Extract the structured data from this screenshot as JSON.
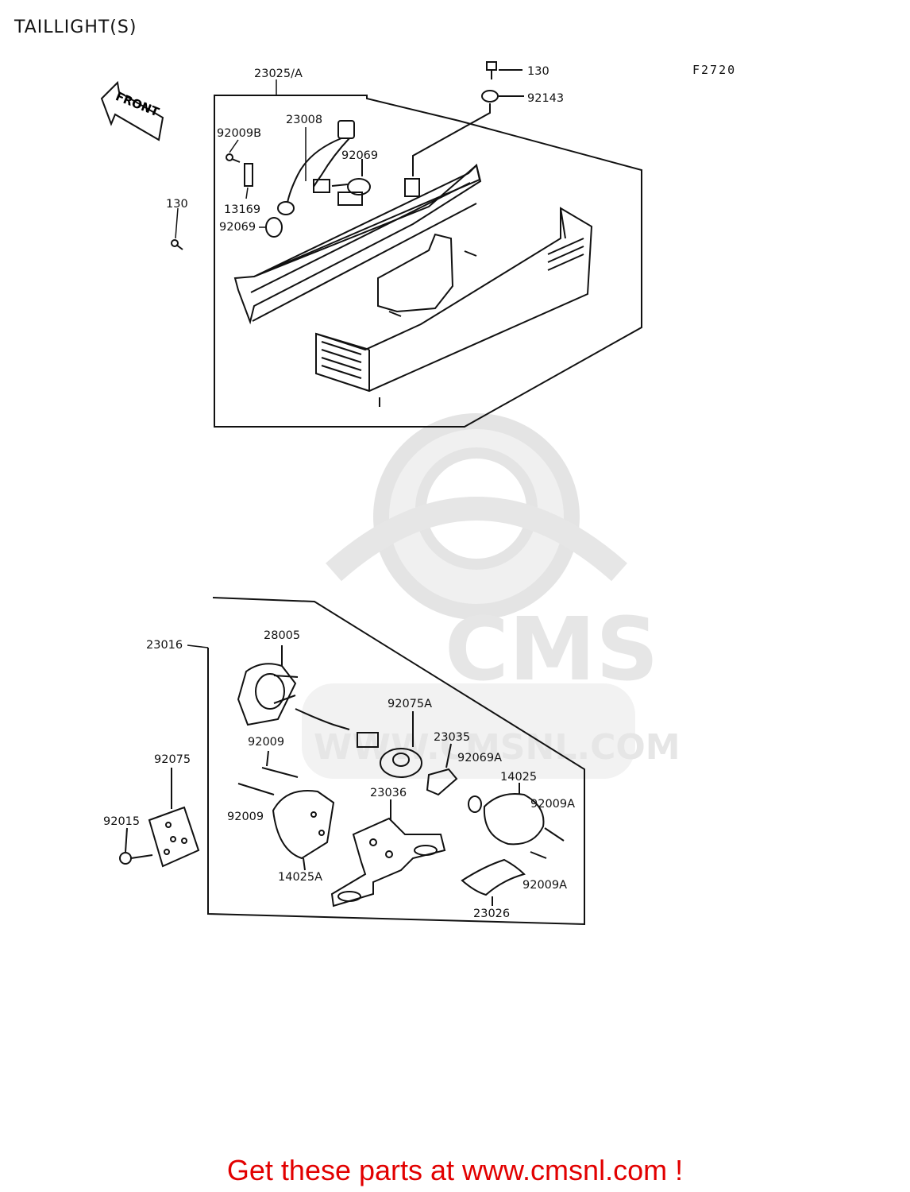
{
  "page": {
    "title": "TAILLIGHT(S)",
    "figure_code": "F2720",
    "footer": "Get these parts at www.cmsnl.com !"
  },
  "watermark": {
    "brand": "CMS",
    "url": "WWW.CMSNL.COM"
  },
  "front_arrow": {
    "text": "FRONT"
  },
  "upper_assembly": {
    "labels": [
      "23025/A",
      "130",
      "92143",
      "23008",
      "92009B",
      "92069",
      "13169",
      "92069",
      "130"
    ]
  },
  "lower_assembly": {
    "labels": [
      "23016",
      "28005",
      "92075A",
      "92009",
      "23035",
      "92069A",
      "14025",
      "92075",
      "92009A",
      "23036",
      "92015",
      "92009",
      "14025A",
      "92009A",
      "23026"
    ]
  },
  "colors": {
    "footer": "#e20000",
    "watermark": "#e6e6e6",
    "ink": "#111111"
  }
}
